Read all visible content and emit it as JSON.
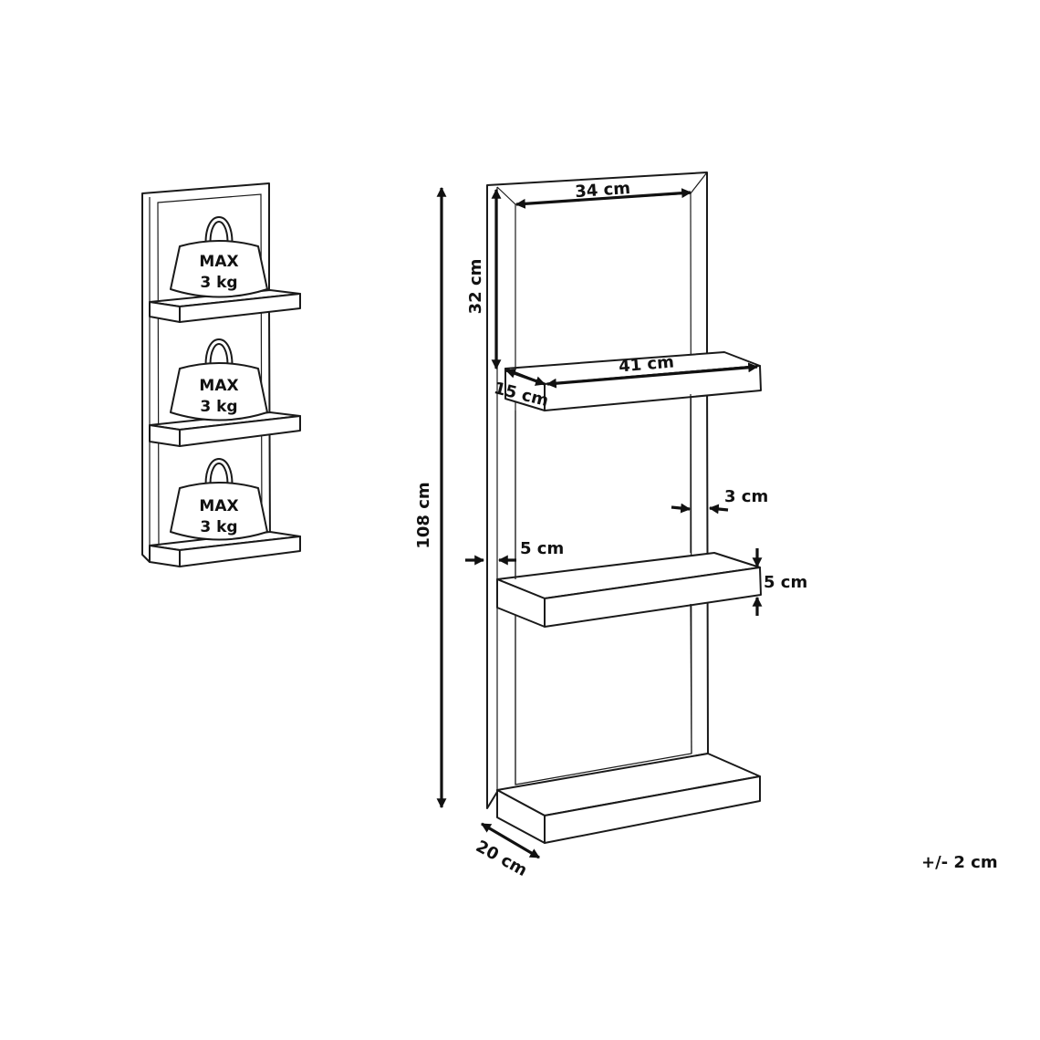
{
  "small_view": {
    "weights": [
      {
        "line1": "MAX",
        "line2": "3 kg"
      },
      {
        "line1": "MAX",
        "line2": "3 kg"
      },
      {
        "line1": "MAX",
        "line2": "3 kg"
      }
    ]
  },
  "dimensions": {
    "total_height": "108 cm",
    "top_width": "34 cm",
    "top_gap": "32 cm",
    "shelf_width": "41 cm",
    "shelf_depth": "15 cm",
    "frame_side": "5 cm",
    "frame_inner": "3 cm",
    "shelf_thickness": "5 cm",
    "base_depth": "20 cm"
  },
  "tolerance": "+/- 2 cm"
}
